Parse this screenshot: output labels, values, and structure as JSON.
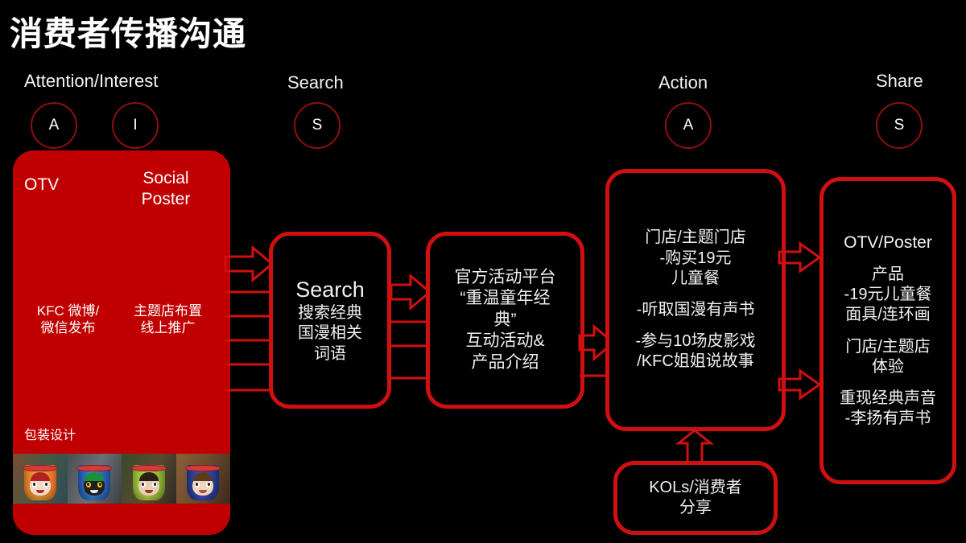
{
  "slide": {
    "title": "消费者传播沟通",
    "background_color": "#000000",
    "accent_red": "#c00000",
    "border_red": "#d01010"
  },
  "stages": [
    {
      "label": "Attention/Interest",
      "badges": [
        "A",
        "I"
      ]
    },
    {
      "label": "Search",
      "badges": [
        "S"
      ]
    },
    {
      "label": "Action",
      "badges": [
        "A"
      ]
    },
    {
      "label": "Share",
      "badges": [
        "S"
      ]
    }
  ],
  "attention_panel": {
    "otv": "OTV",
    "social_poster": "Social\nPoster",
    "kfc_channels": "KFC 微博/\n微信发布",
    "theme_store": "主题店布置\n线上推广",
    "packaging": "包装设计",
    "cups": [
      {
        "name": "monkey-king-cup",
        "cup_color": "#e8872a",
        "face_color": "#f0dccb",
        "hair_color": "#b52020",
        "bg_color": "#4a5a42"
      },
      {
        "name": "black-cat-cup",
        "cup_color": "#2f6fc0",
        "face_color": "#22201f",
        "hair_color": "#1b8f3a",
        "bg_color": "#565e62"
      },
      {
        "name": "warrior-cup",
        "cup_color": "#8dbe3a",
        "face_color": "#e9cdb4",
        "hair_color": "#2a2118",
        "bg_color": "#3d3a30"
      },
      {
        "name": "boy-hero-cup",
        "cup_color": "#2a3f9e",
        "face_color": "#f2d6bb",
        "hair_color": "#5b3a1e",
        "bg_color": "#7a5a3a"
      }
    ]
  },
  "search_box": {
    "heading": "Search",
    "lines": [
      "搜索经典",
      "国漫相关",
      "词语"
    ]
  },
  "platform_box": {
    "lines": [
      "官方活动平台",
      "“重温童年经",
      "典”",
      "互动活动&",
      "产品介绍"
    ]
  },
  "action_box": {
    "group1": [
      "门店/主题门店",
      "-购买19元",
      "儿童餐"
    ],
    "group2": [
      "-听取国漫有声书"
    ],
    "group3": [
      "-参与10场皮影戏",
      "/KFC姐姐说故事"
    ]
  },
  "share_box": {
    "heading": "OTV/Poster",
    "group1": [
      "产品",
      "-19元儿童餐",
      "面具/连环画"
    ],
    "group2": [
      "门店/主题店",
      "体验"
    ],
    "group3": [
      "重现经典声音",
      "-李扬有声书"
    ]
  },
  "kol_box": {
    "lines": [
      "KOLs/消费者",
      "分享"
    ]
  }
}
